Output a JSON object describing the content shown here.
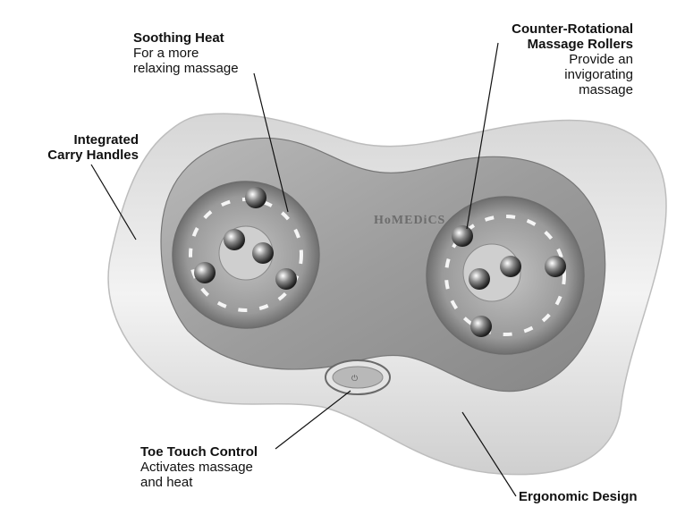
{
  "brand_logo": "HoMEDiCS",
  "callouts": {
    "soothing_heat": {
      "title": "Soothing Heat",
      "desc_line1": "For a more",
      "desc_line2": "relaxing massage"
    },
    "rollers": {
      "title_line1": "Counter-Rotational",
      "title_line2": "Massage Rollers",
      "desc_line1": "Provide an",
      "desc_line2": "invigorating",
      "desc_line3": "massage"
    },
    "handles": {
      "title_line1": "Integrated",
      "title_line2": "Carry Handles"
    },
    "toe_touch": {
      "title": "Toe Touch Control",
      "desc_line1": "Activates massage",
      "desc_line2": "and heat"
    },
    "ergonomic": {
      "title": "Ergonomic Design"
    }
  },
  "colors": {
    "shell": "#eeeeee",
    "body": "#9a9a9a",
    "heat_glow": "#ffffff",
    "leader": "#111111"
  }
}
